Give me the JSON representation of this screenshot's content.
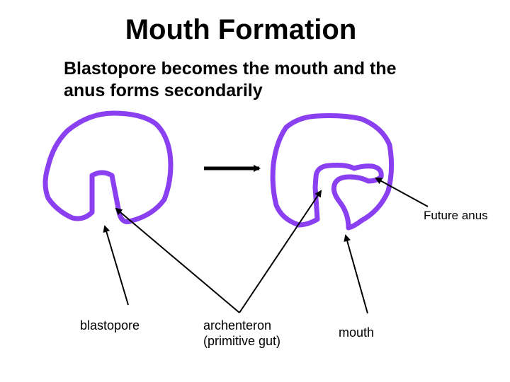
{
  "slide": {
    "title": "Mouth Formation",
    "subtitle_lines": [
      "Blastopore becomes the mouth and the",
      "anus forms secondarily"
    ]
  },
  "labels": {
    "future_anus": "Future anus",
    "blastopore": "blastopore",
    "archenteron_line1": "archenteron",
    "archenteron_line2": "(primitive gut)",
    "mouth": "mouth"
  },
  "colors": {
    "embryo_outline": "#8a3ff0",
    "arrow": "#000000",
    "text": "#000000"
  }
}
